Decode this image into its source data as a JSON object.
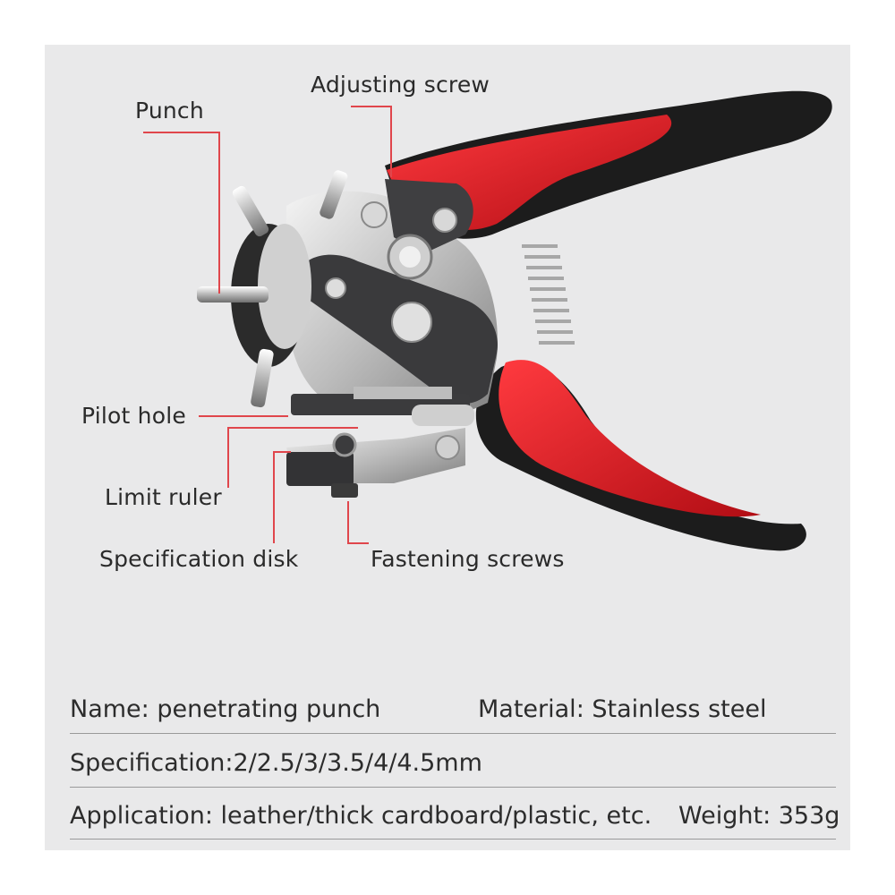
{
  "callouts": {
    "punch": "Punch",
    "adjusting_screw": "Adjusting screw",
    "pilot_hole": "Pilot hole",
    "limit_ruler": "Limit ruler",
    "specification_disk": "Specification disk",
    "fastening_screws": "Fastening screws"
  },
  "specs": {
    "name": "Name: penetrating punch",
    "material": "Material: Stainless steel",
    "specification": "Specification:2/2.5/3/3.5/4/4.5mm",
    "application": "Application: leather/thick cardboard/plastic, etc.",
    "weight": "Weight: 353g"
  },
  "colors": {
    "panel_background": "#e9e9ea",
    "callout_line": "#e0464c",
    "handle_red": "#d4161f",
    "handle_black": "#1c1c1c",
    "steel": "#c9c9c9"
  }
}
